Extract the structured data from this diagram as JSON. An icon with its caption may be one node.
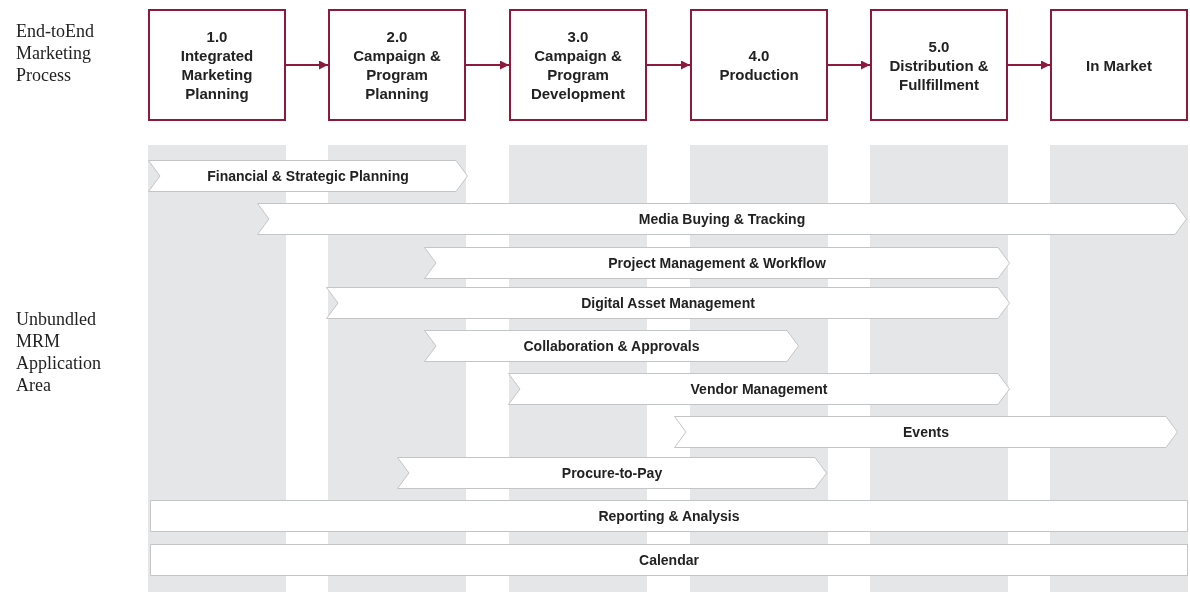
{
  "diagram": {
    "nodes": [
      {
        "text": [
          "1.0",
          "Integrated Marketing Planning"
        ]
      },
      {
        "text": [
          "2.0",
          "Campaign & Program Planning"
        ]
      },
      {
        "text": [
          "3.0",
          "Campaign & Program Development"
        ]
      },
      {
        "text": [
          "4.0",
          "Production"
        ]
      },
      {
        "text": [
          "5.0",
          "Distribution & Fullfillment"
        ]
      },
      {
        "text": [
          "In Market"
        ]
      },
      {
        "text": [
          "Financial & Strategic Planning"
        ]
      },
      {
        "text": [
          "Media Buying & Tracking"
        ]
      },
      {
        "text": [
          "Project Management & Workflow"
        ]
      },
      {
        "text": [
          "Digital Asset Management"
        ]
      },
      {
        "text": [
          "Collaboration & Approvals"
        ]
      },
      {
        "text": [
          "Vendor Management"
        ]
      },
      {
        "text": [
          "Events"
        ]
      },
      {
        "text": [
          "Procure-to-Pay"
        ]
      },
      {
        "text": [
          "Reporting & Analysis"
        ]
      },
      {
        "text": [
          "Calendar"
        ]
      }
    ],
    "edges": [
      {
        "from": 0,
        "to": 1,
        "arrow": "to"
      },
      {
        "from": 1,
        "to": 2,
        "arrow": "to"
      },
      {
        "from": 2,
        "to": 3,
        "arrow": "to"
      },
      {
        "from": 3,
        "to": 4,
        "arrow": "to"
      },
      {
        "from": 4,
        "to": 5,
        "arrow": "to"
      }
    ],
    "labels": [
      "End-toEnd Marketing Process",
      "Unbundled MRM Application Area"
    ]
  }
}
